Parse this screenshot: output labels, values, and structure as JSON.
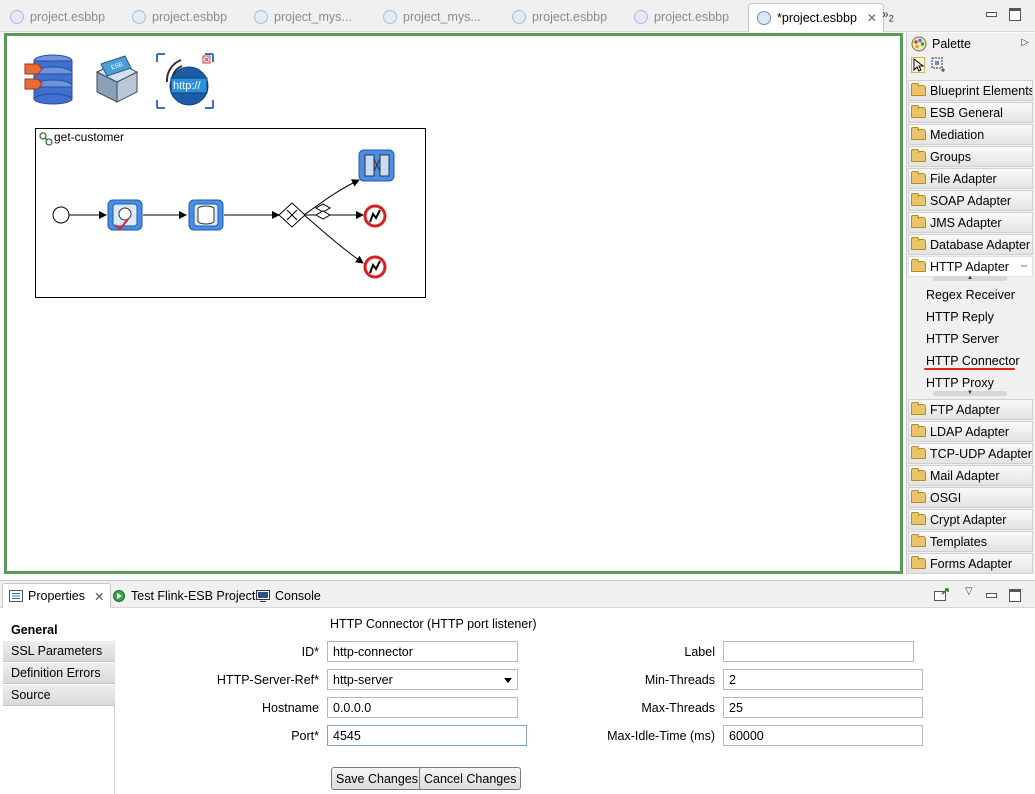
{
  "editor_tabs": [
    {
      "label": "project.esbbp"
    },
    {
      "label": "project.esbbp"
    },
    {
      "label": "project_mys..."
    },
    {
      "label": "project_mys..."
    },
    {
      "label": "project.esbbp"
    },
    {
      "label": "project.esbbp"
    },
    {
      "label": "*project.esbbp",
      "active": true
    }
  ],
  "overflow_tabs": {
    "symbol": "»",
    "count": "2"
  },
  "canvas": {
    "toolbar_icons": [
      "database-stack-icon",
      "package-box-icon",
      "http-connector-icon"
    ],
    "http_label": "http://",
    "flow": {
      "title": "get-customer",
      "nodes": [
        "start-event-icon",
        "http-receive-icon",
        "database-icon",
        "xor-gateway-icon",
        "service-node-icon",
        "error-end-icon",
        "error-end-icon"
      ]
    }
  },
  "palette": {
    "title": "Palette",
    "drawers_top": [
      "Blueprint Elements",
      "ESB General",
      "Mediation",
      "Groups",
      "File Adapter",
      "SOAP Adapter",
      "JMS Adapter",
      "Database Adapter"
    ],
    "open_drawer": "HTTP Adapter",
    "open_entries": [
      "Regex Receiver",
      "HTTP Reply",
      "HTTP Server",
      "HTTP Connector",
      "HTTP Proxy"
    ],
    "highlighted_entry": "HTTP Connector",
    "drawers_bottom": [
      "FTP Adapter",
      "LDAP Adapter",
      "TCP-UDP Adapter",
      "Mail Adapter",
      "OSGI",
      "Crypt Adapter",
      "Templates",
      "Forms Adapter"
    ]
  },
  "views": {
    "tabs": [
      {
        "label": "Properties",
        "icon": "properties-icon",
        "active": true
      },
      {
        "label": "Test Flink-ESB Project",
        "icon": "test-run-icon"
      },
      {
        "label": "Console",
        "icon": "console-icon"
      }
    ]
  },
  "properties": {
    "sections": [
      "General",
      "SSL Parameters",
      "Definition Errors",
      "Source"
    ],
    "active_section": "General",
    "title": "HTTP Connector (HTTP port listener)",
    "fields": {
      "id_label": "ID*",
      "id_value": "http-connector",
      "server_ref_label": "HTTP-Server-Ref*",
      "server_ref_value": "http-server",
      "hostname_label": "Hostname",
      "hostname_value": "0.0.0.0",
      "port_label": "Port*",
      "port_value": "4545",
      "label_label": "Label",
      "label_value": "",
      "min_threads_label": "Min-Threads",
      "min_threads_value": "2",
      "max_threads_label": "Max-Threads",
      "max_threads_value": "25",
      "max_idle_label": "Max-Idle-Time (ms)",
      "max_idle_value": "60000"
    },
    "save_label": "Save Changes",
    "cancel_label": "Cancel Changes"
  }
}
